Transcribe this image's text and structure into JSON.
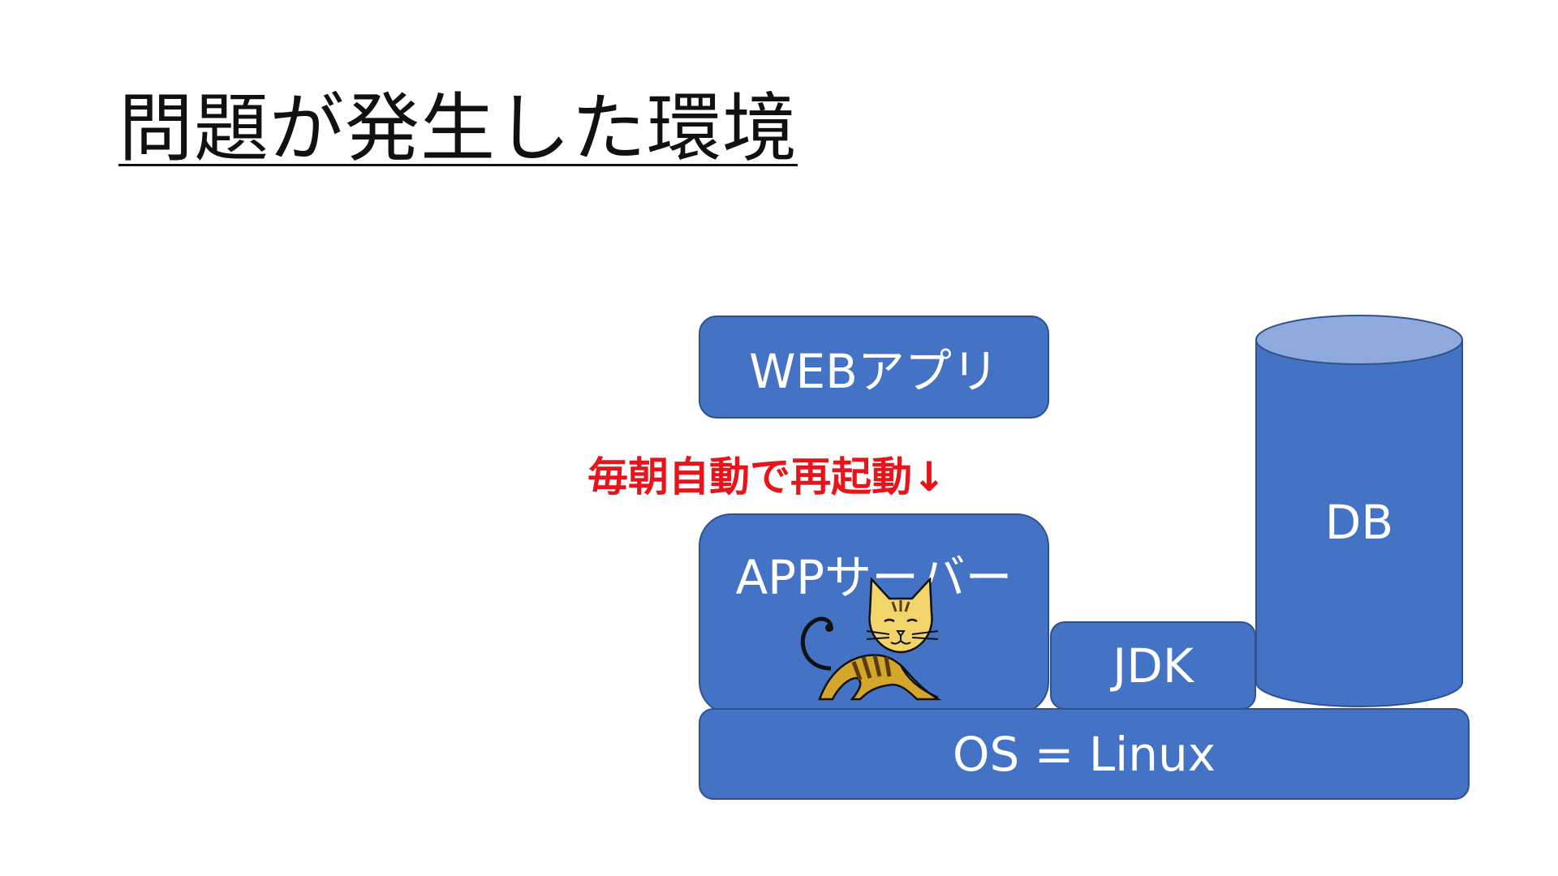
{
  "title": "問題が発生した環境",
  "note": "毎朝自動で再起動↓",
  "blocks": {
    "web_app": "WEBアプリ",
    "app_server": "APPサーバー",
    "jdk": "JDK",
    "os": "OS = Linux",
    "db": "DB"
  },
  "icons": {
    "app_server_logo": "tomcat-cat-icon"
  },
  "colors": {
    "block_fill": "#4472c4",
    "block_border": "#2f528f",
    "db_top": "#8faadc",
    "note_text": "#e8141c",
    "tomcat_body": "#d4a72c"
  }
}
